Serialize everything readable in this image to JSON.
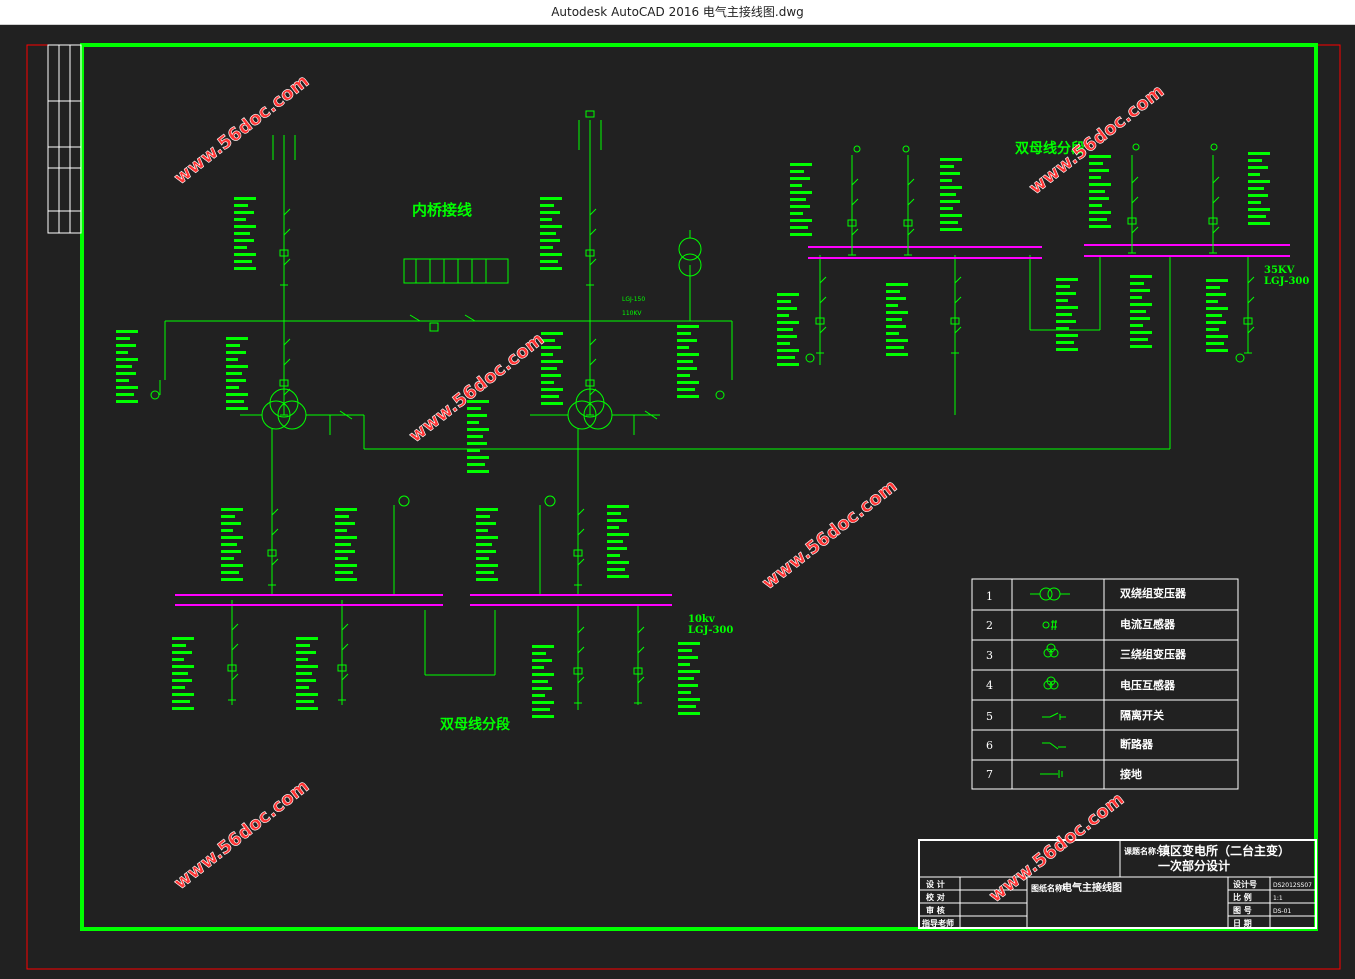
{
  "window": {
    "title": "Autodesk AutoCAD 2016     电气主接线图.dwg"
  },
  "drawing": {
    "labels": {
      "inner_bridge": "内桥接线",
      "double_bus_top": "双母线分段",
      "double_bus_bottom": "双母线分段",
      "v35": "35KV",
      "v35_line": "LGJ-300",
      "v10": "10kv",
      "v10_line": "LGJ-300",
      "lgj_left": "LGJ-150",
      "kv110": "110KV"
    },
    "watermark": "www.56doc.com",
    "legend": {
      "rows": [
        {
          "num": "1",
          "icon": "two-winding-transformer-symbol",
          "label": "双绕组变压器"
        },
        {
          "num": "2",
          "icon": "current-transformer-symbol",
          "label": "电流互感器"
        },
        {
          "num": "3",
          "icon": "three-winding-transformer-symbol",
          "label": "三绕组变压器"
        },
        {
          "num": "4",
          "icon": "voltage-transformer-symbol",
          "label": "电压互感器"
        },
        {
          "num": "5",
          "icon": "disconnect-switch-symbol",
          "label": "隔离开关"
        },
        {
          "num": "6",
          "icon": "circuit-breaker-symbol",
          "label": "断路器"
        },
        {
          "num": "7",
          "icon": "ground-symbol",
          "label": "接地"
        }
      ]
    },
    "title_block": {
      "project_label": "课题名称:",
      "project_name_line1": "镇区变电所（二台主变）",
      "project_name_line2": "一次部分设计",
      "drawing_label": "图纸名称:",
      "drawing_name": "电气主接线图",
      "left_labels": [
        "设 计",
        "校 对",
        "审 核",
        "指导老师"
      ],
      "right_labels": [
        "设计号",
        "比 例",
        "图 号",
        "日 期"
      ],
      "right_values": [
        "DS2012SS07",
        "1:1",
        "DS-01",
        ""
      ]
    },
    "colors": {
      "line": "#00ff00",
      "bus": "#ff00ff",
      "frame": "#00ff00",
      "outer_frame": "#ff0000",
      "watermark": "#ff3333",
      "legend_line": "#ffffff",
      "background": "#212121"
    }
  }
}
